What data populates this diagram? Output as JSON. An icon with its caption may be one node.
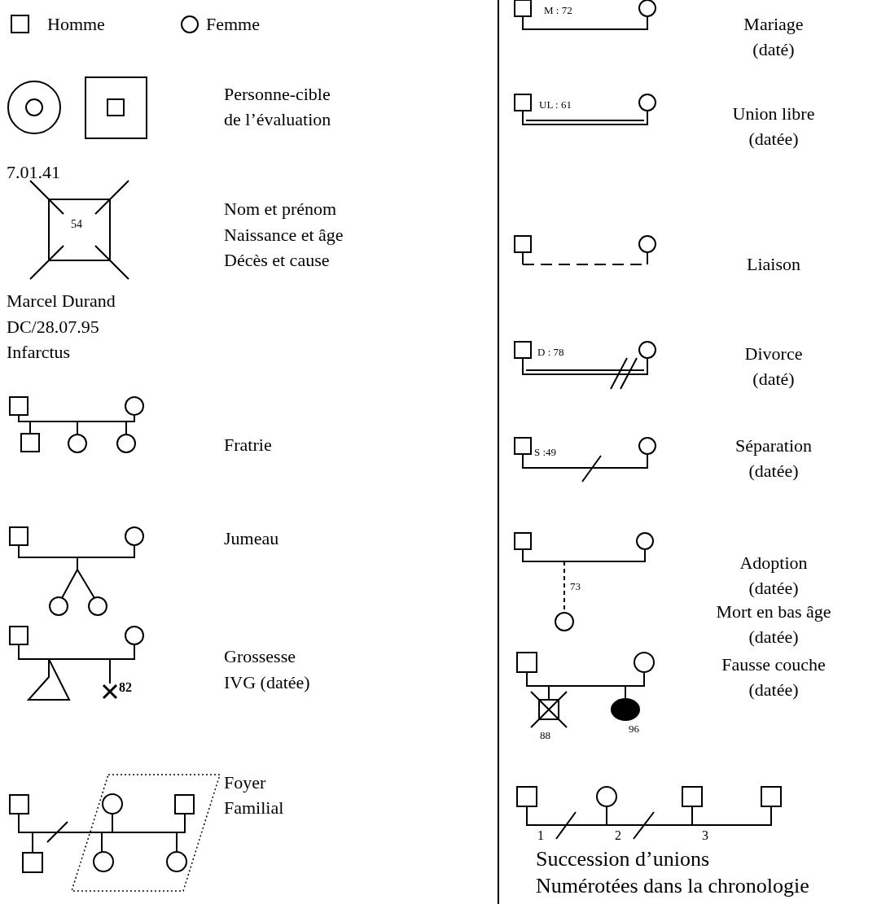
{
  "diagram": {
    "labels": [
      "Homme",
      "Femme",
      "Personne-cible de l’évaluation",
      "7.01.41",
      "54",
      "Nom et prénom",
      "Naissance et âge",
      "Décès et cause",
      "Marcel Durand",
      "DC/28.07.95",
      "Infarctus",
      "Fratrie",
      "Jumeau",
      "Grossesse",
      "IVG (datée)",
      "82",
      "Foyer Familial",
      "M : 72",
      "Mariage (daté)",
      "UL : 61",
      "Union libre (datée)",
      "Liaison",
      "D : 78",
      "Divorce (daté)",
      "S :49",
      "Séparation (datée)",
      "73",
      "Adoption (datée)",
      "Mort en bas âge (datée)",
      "88",
      "Fausse couche (datée)",
      "96",
      "1",
      "2",
      "3",
      "Succession d’unions",
      "Numérotées dans la chronologie"
    ]
  }
}
